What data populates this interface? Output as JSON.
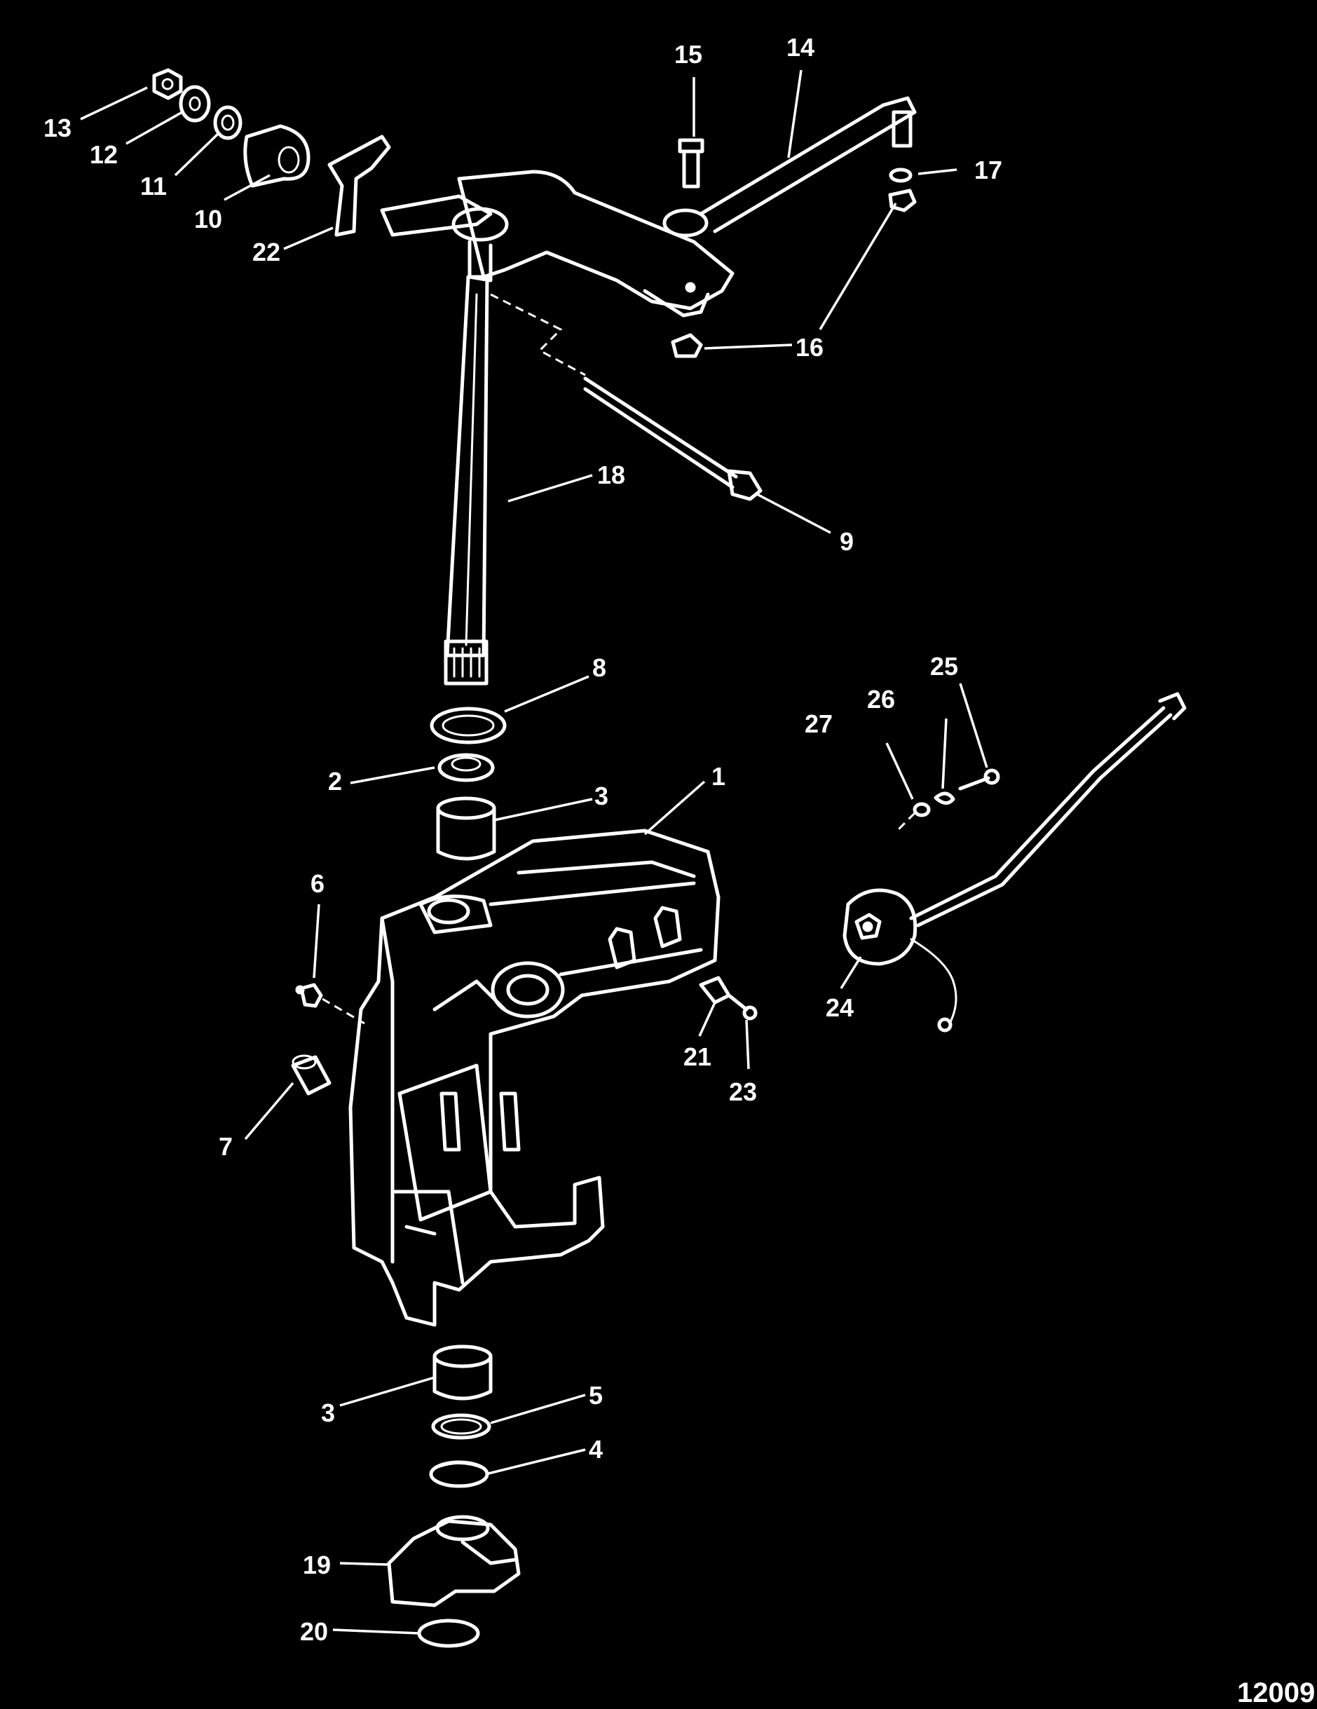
{
  "figure_number": "12009",
  "callouts": {
    "c1": "1",
    "c2": "2",
    "c3a": "3",
    "c3b": "3",
    "c4": "4",
    "c5": "5",
    "c6": "6",
    "c7": "7",
    "c8": "8",
    "c9": "9",
    "c10": "10",
    "c11": "11",
    "c12": "12",
    "c13": "13",
    "c14": "14",
    "c15": "15",
    "c16a": "16",
    "c16b": "16",
    "c17": "17",
    "c18": "18",
    "c19": "19",
    "c20": "20",
    "c21": "21",
    "c22": "22",
    "c23": "23",
    "c24": "24",
    "c25": "25",
    "c26": "26",
    "c27": "27"
  }
}
